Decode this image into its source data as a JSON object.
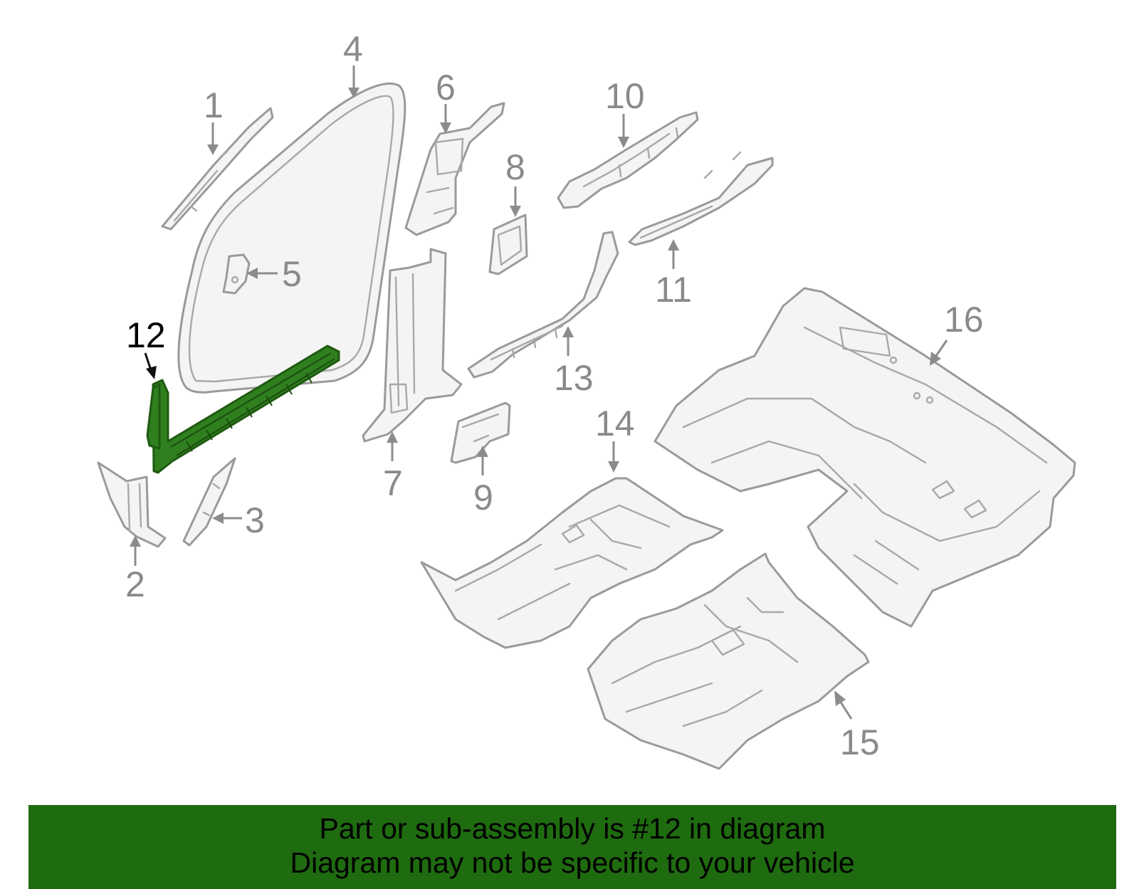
{
  "diagram": {
    "highlight_color": "#2f7f1f",
    "callout_color": "#8a8a8a",
    "callouts": [
      {
        "id": "1",
        "label": "1"
      },
      {
        "id": "2",
        "label": "2"
      },
      {
        "id": "3",
        "label": "3"
      },
      {
        "id": "4",
        "label": "4"
      },
      {
        "id": "5",
        "label": "5"
      },
      {
        "id": "6",
        "label": "6"
      },
      {
        "id": "7",
        "label": "7"
      },
      {
        "id": "8",
        "label": "8"
      },
      {
        "id": "9",
        "label": "9"
      },
      {
        "id": "10",
        "label": "10"
      },
      {
        "id": "11",
        "label": "11"
      },
      {
        "id": "12",
        "label": "12",
        "highlighted": true
      },
      {
        "id": "13",
        "label": "13"
      },
      {
        "id": "14",
        "label": "14"
      },
      {
        "id": "15",
        "label": "15"
      },
      {
        "id": "16",
        "label": "16"
      }
    ]
  },
  "banner": {
    "background": "#1f6b10",
    "line1": "Part or sub-assembly is #12 in diagram",
    "line2": "Diagram may not be specific to your vehicle"
  }
}
